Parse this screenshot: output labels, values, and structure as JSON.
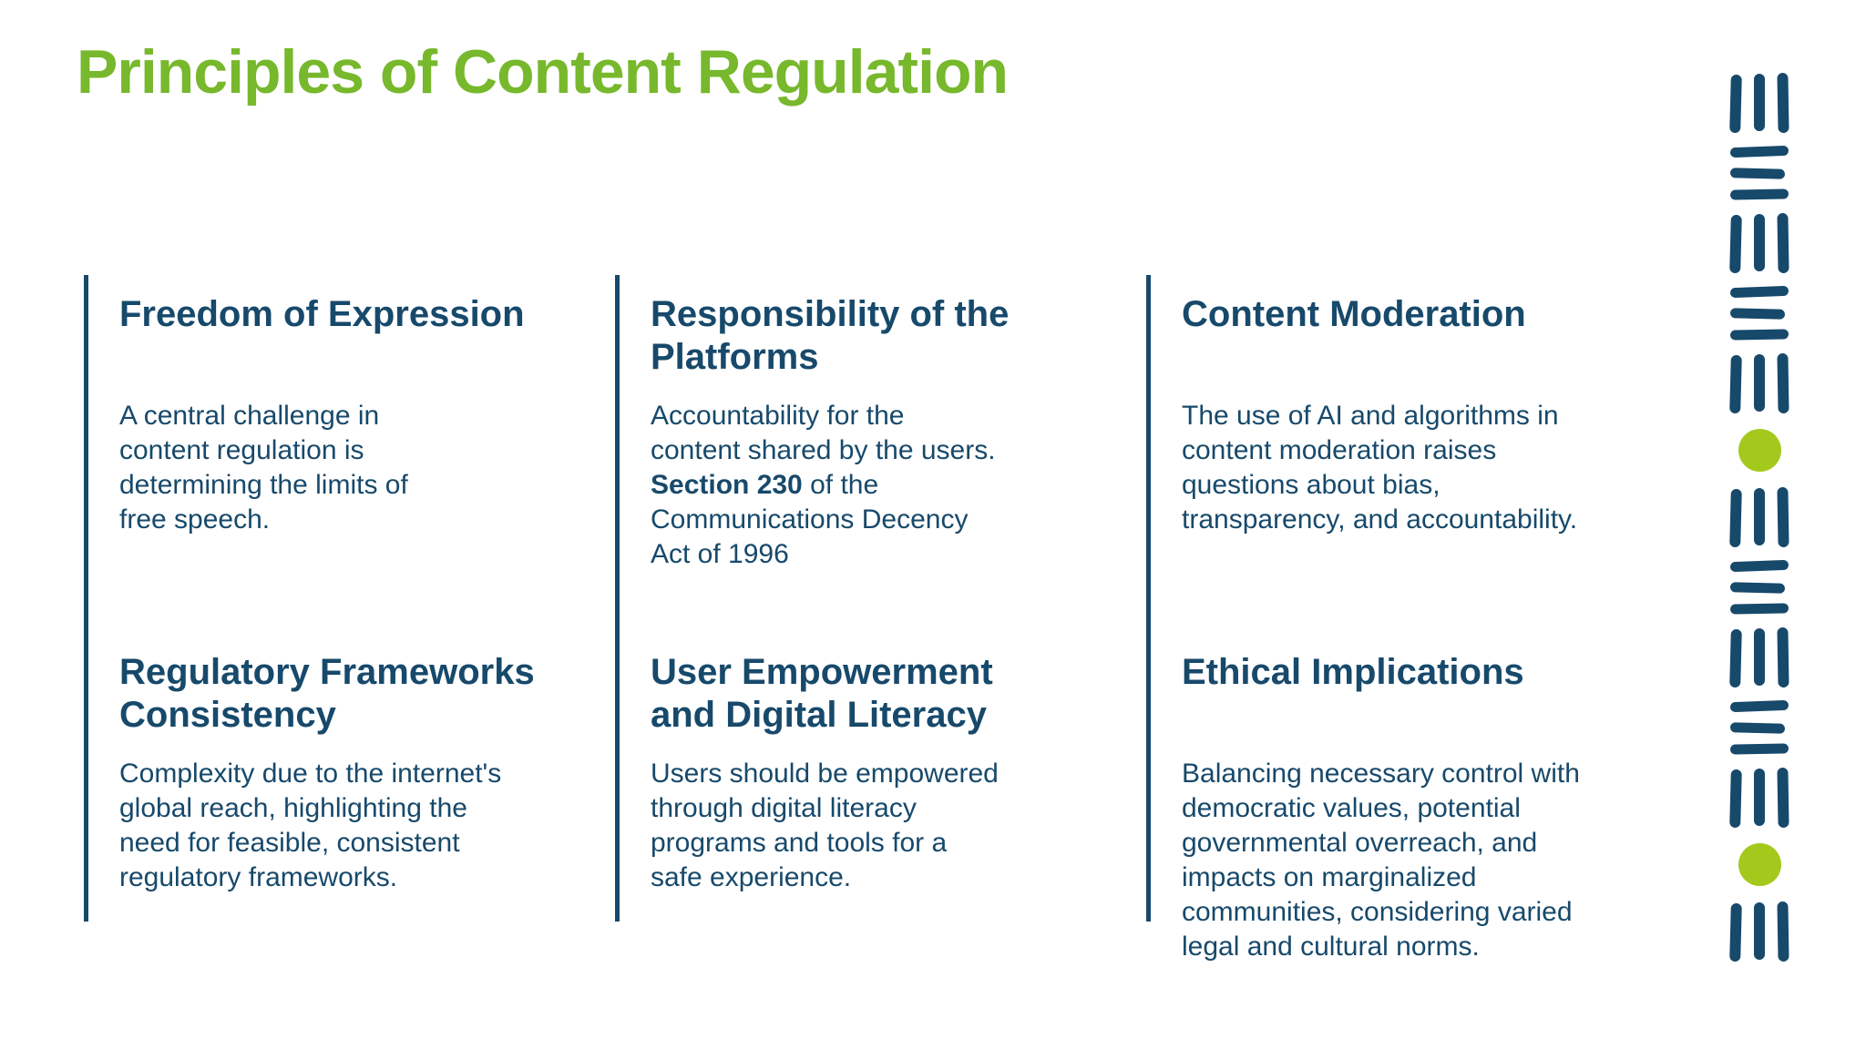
{
  "title": "Principles of Content Regulation",
  "colors": {
    "accent_green": "#77B82C",
    "navy": "#17496B",
    "dot_green": "#A4C91C",
    "background": "#FFFFFF"
  },
  "cards": [
    {
      "heading": [
        "Freedom of Expression"
      ],
      "body": [
        {
          "text": "A central challenge in\ncontent regulation is\ndetermining the limits of\nfree speech."
        }
      ]
    },
    {
      "heading": [
        "Responsibility of the",
        "Platforms"
      ],
      "body": [
        {
          "text": "Accountability for the\ncontent shared by the users.\n"
        },
        {
          "text": "Section 230",
          "bold": true
        },
        {
          "text": " of the\nCommunications Decency\nAct of 1996"
        }
      ]
    },
    {
      "heading": [
        "Content Moderation"
      ],
      "body": [
        {
          "text": "The use of AI and algorithms in\ncontent moderation raises\nquestions about bias,\ntransparency, and accountability."
        }
      ]
    },
    {
      "heading": [
        "Regulatory Frameworks",
        "Consistency"
      ],
      "body": [
        {
          "text": "Complexity due to the internet's\nglobal reach, highlighting the\nneed for feasible, consistent\nregulatory frameworks."
        }
      ]
    },
    {
      "heading": [
        "User Empowerment",
        "and Digital Literacy"
      ],
      "body": [
        {
          "text": "Users should be empowered\nthrough digital literacy\nprograms and tools for a\nsafe experience."
        }
      ]
    },
    {
      "heading": [
        "Ethical Implications"
      ],
      "body": [
        {
          "text": "Balancing necessary control with\ndemocratic values, potential\ngovernmental overreach, and\nimpacts on marginalized\ncommunities, considering varied\nlegal and cultural norms."
        }
      ]
    }
  ],
  "decoration": {
    "pattern": [
      "v",
      "h",
      "v",
      "h",
      "v",
      "dot",
      "v",
      "h",
      "v",
      "h",
      "v",
      "dot",
      "v"
    ],
    "bars_per_group": 3
  }
}
